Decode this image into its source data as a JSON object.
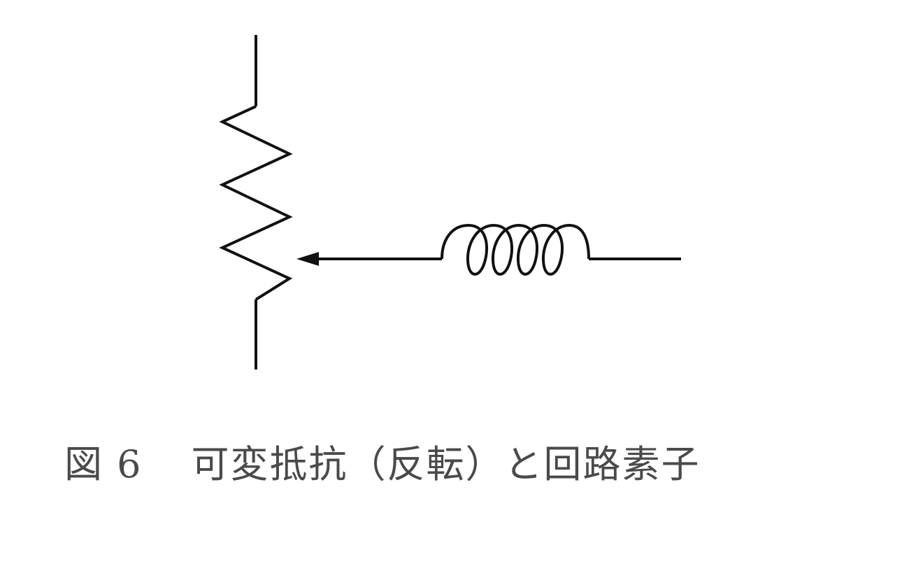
{
  "figure": {
    "caption_number": "図 6",
    "caption_text": "可変抵抗（反転）と回路素子"
  },
  "components": {
    "variable_resistor": "variable-resistor",
    "wiper_arrow": "wiper-arrow",
    "inductor": "inductor-coil"
  },
  "colors": {
    "line": "#111111",
    "caption": "#4a4a4a",
    "background": "#ffffff"
  }
}
